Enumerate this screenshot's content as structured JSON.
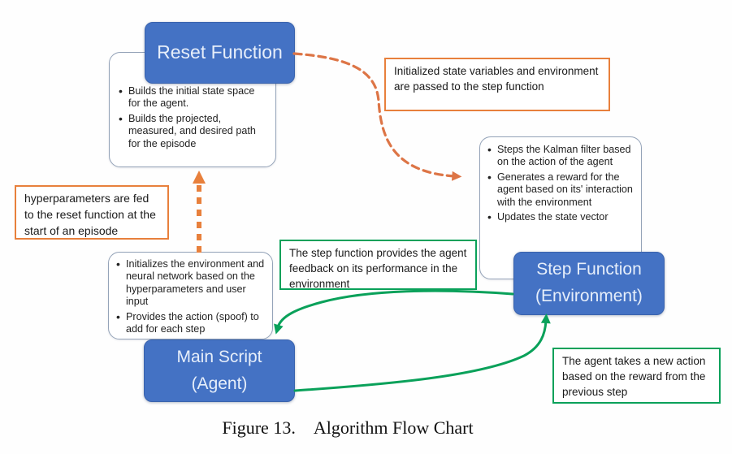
{
  "colors": {
    "box_blue": "#4472C4",
    "box_blue_text": "#E6EEFA",
    "orange": "#E8803C",
    "orange_dash": "#DD7546",
    "green": "#0AA15A",
    "note_border": "#94A3B8",
    "text": "#1F1F1F"
  },
  "nodes": {
    "reset_fn": {
      "label": "Reset Function"
    },
    "step_fn": {
      "line1": "Step Function",
      "line2": "(Environment)"
    },
    "main_script": {
      "line1": "Main Script",
      "line2": "(Agent)"
    }
  },
  "notes": {
    "reset": {
      "bullets": [
        "Builds the initial state space for the agent.",
        "Builds the projected, measured, and desired path for the episode"
      ]
    },
    "step": {
      "bullets": [
        "Steps the Kalman filter based on the action of the agent",
        "Generates a reward for the agent based on its' interaction with the environment",
        "Updates the state vector"
      ]
    },
    "main": {
      "bullets": [
        "Initializes the environment and neural network based on the hyperparameters and user input",
        "Provides the action (spoof) to add for each step"
      ]
    }
  },
  "callouts": {
    "init_state": {
      "text": "Initialized state variables and environment are passed to the step function"
    },
    "hyperparams": {
      "text": "hyperparameters are fed to the reset function at the start of an episode"
    },
    "feedback": {
      "text": "The step function provides the agent feedback on its performance in the environment"
    },
    "new_action": {
      "text": "The agent takes a new action based on the reward from the previous step"
    }
  },
  "caption": {
    "label": "Figure 13.",
    "title": "Algorithm Flow Chart"
  }
}
